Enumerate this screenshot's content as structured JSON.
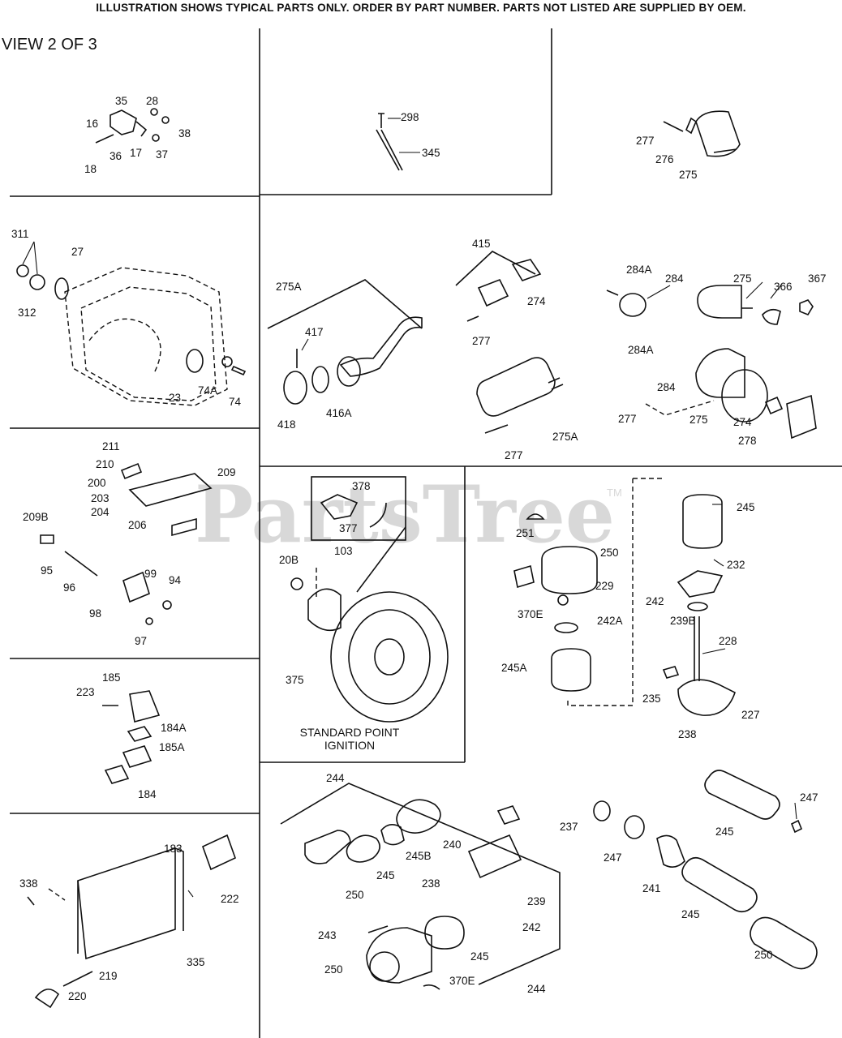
{
  "header": {
    "notice": "ILLUSTRATION SHOWS TYPICAL PARTS ONLY. ORDER BY PART NUMBER. PARTS NOT LISTED ARE SUPPLIED BY OEM.",
    "view": "VIEW 2 OF 3"
  },
  "watermark": {
    "brand": "PartsTree",
    "trademark": "TM"
  },
  "captions": {
    "ignition_line1": "STANDARD POINT",
    "ignition_line2": "IGNITION"
  },
  "labels": [
    "35",
    "28",
    "16",
    "38",
    "36",
    "17",
    "37",
    "18",
    "298",
    "345",
    "277",
    "276",
    "275",
    "311",
    "27",
    "312",
    "23",
    "74A",
    "74",
    "275A",
    "417",
    "418",
    "416A",
    "415",
    "274",
    "277",
    "275A",
    "277",
    "284A",
    "284",
    "275",
    "366",
    "367",
    "284A",
    "284",
    "277",
    "275",
    "274",
    "278",
    "211",
    "210",
    "209",
    "200",
    "203",
    "204",
    "206",
    "209B",
    "95",
    "96",
    "99",
    "94",
    "98",
    "97",
    "378",
    "377",
    "20B",
    "103",
    "375",
    "251",
    "250",
    "229",
    "370E",
    "242A",
    "245A",
    "245",
    "232",
    "242",
    "239B",
    "228",
    "235",
    "227",
    "238",
    "185",
    "223",
    "184A",
    "185A",
    "184",
    "183",
    "222",
    "338",
    "335",
    "219",
    "220",
    "244",
    "240",
    "245B",
    "245",
    "250",
    "238",
    "239",
    "242",
    "243",
    "245",
    "250",
    "370E",
    "244",
    "237",
    "247",
    "247",
    "245",
    "241",
    "245",
    "250"
  ]
}
